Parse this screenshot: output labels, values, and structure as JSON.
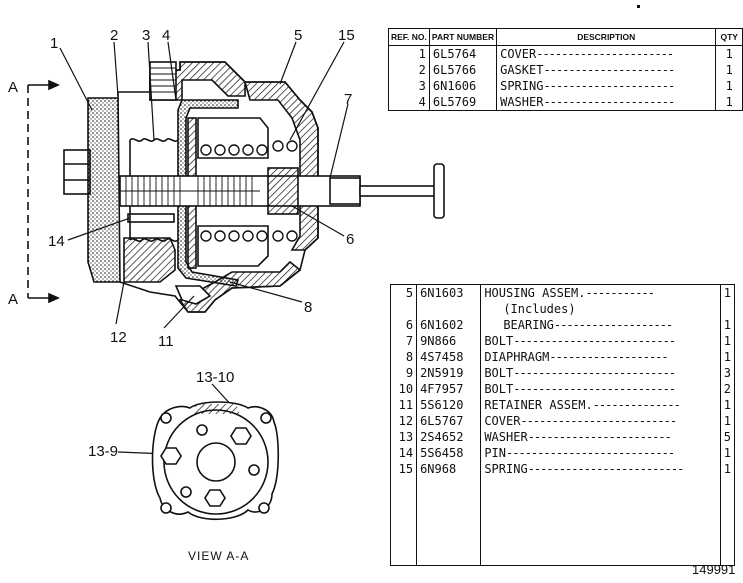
{
  "callouts": [
    "1",
    "2",
    "3",
    "4",
    "5",
    "15",
    "7",
    "6",
    "14",
    "12",
    "11",
    "8",
    "13-10",
    "13-9"
  ],
  "section_marks": [
    "A",
    "A"
  ],
  "view_label": "VIEW A-A",
  "figure_number": "149991",
  "table_top": {
    "headers": {
      "ref": "REF. NO.",
      "part": "PART NUMBER",
      "desc": "DESCRIPTION",
      "qty": "QTY"
    },
    "rows": [
      {
        "ref": "1",
        "part": "6L5764",
        "desc": "COVER",
        "qty": "1"
      },
      {
        "ref": "2",
        "part": "6L5766",
        "desc": "GASKET",
        "qty": "1"
      },
      {
        "ref": "3",
        "part": "6N1606",
        "desc": "SPRING",
        "qty": "1"
      },
      {
        "ref": "4",
        "part": "6L5769",
        "desc": "WASHER",
        "qty": "1"
      }
    ]
  },
  "table_bottom": {
    "rows": [
      {
        "ref": "5",
        "part": "6N1603",
        "desc": "HOUSING ASSEM.",
        "qty": "1"
      },
      {
        "ref": "",
        "part": "",
        "desc": "(Includes)",
        "qty": ""
      },
      {
        "ref": "6",
        "part": "6N1602",
        "desc": "BEARING",
        "qty": "1"
      },
      {
        "ref": "7",
        "part": "9N866",
        "desc": "BOLT",
        "qty": "1"
      },
      {
        "ref": "8",
        "part": "4S7458",
        "desc": "DIAPHRAGM",
        "qty": "1"
      },
      {
        "ref": "9",
        "part": "2N5919",
        "desc": "BOLT",
        "qty": "3"
      },
      {
        "ref": "10",
        "part": "4F7957",
        "desc": "BOLT",
        "qty": "2"
      },
      {
        "ref": "11",
        "part": "5S6120",
        "desc": "RETAINER ASSEM.",
        "qty": "1"
      },
      {
        "ref": "12",
        "part": "6L5767",
        "desc": "COVER",
        "qty": "1"
      },
      {
        "ref": "13",
        "part": "2S4652",
        "desc": "WASHER",
        "qty": "5"
      },
      {
        "ref": "14",
        "part": "5S6458",
        "desc": "PIN",
        "qty": "1"
      },
      {
        "ref": "15",
        "part": "6N968",
        "desc": "SPRING",
        "qty": "1"
      }
    ]
  }
}
